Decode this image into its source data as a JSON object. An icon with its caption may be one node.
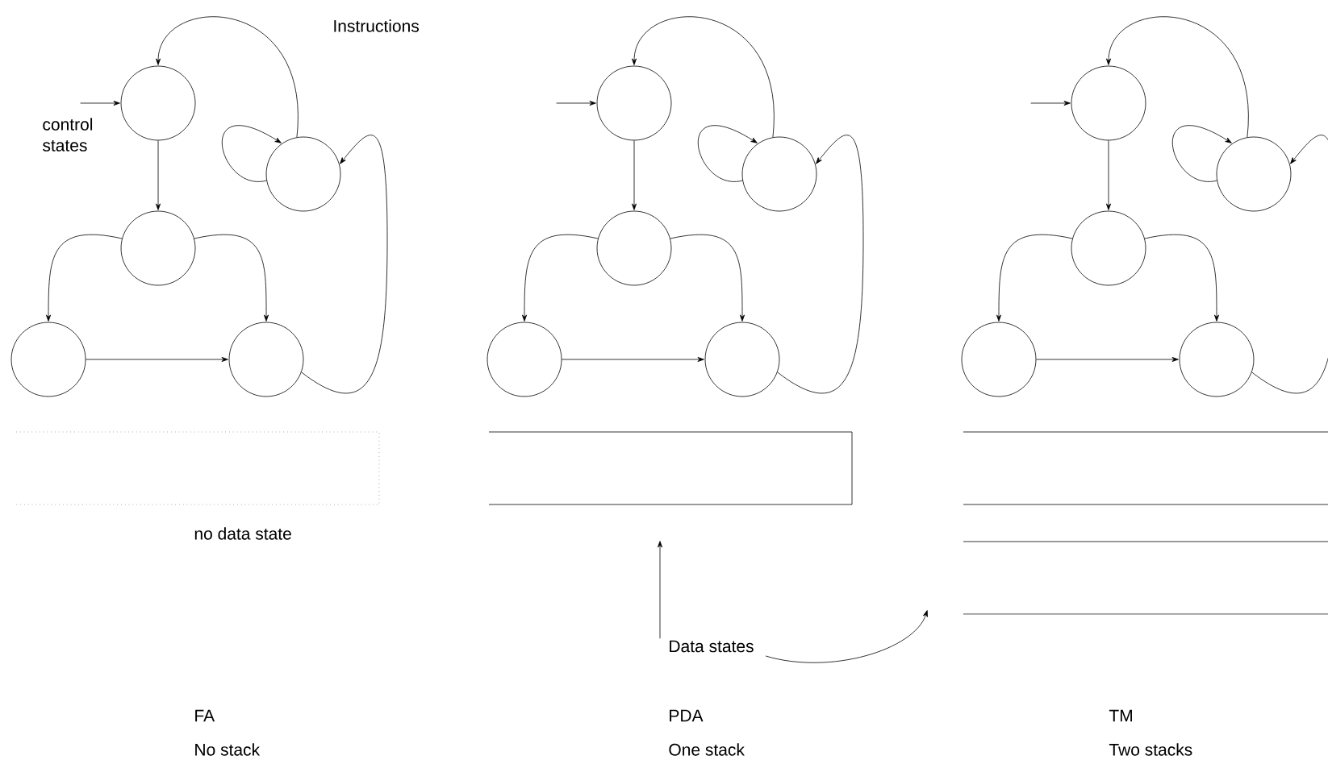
{
  "diagram": {
    "nodes": [
      {
        "text": [],
        "shape": "circle"
      },
      {
        "text": [],
        "shape": "circle"
      },
      {
        "text": [],
        "shape": "circle"
      },
      {
        "text": [],
        "shape": "circle"
      },
      {
        "text": [],
        "shape": "circle"
      },
      {
        "text": [],
        "shape": "circle"
      },
      {
        "text": [],
        "shape": "circle"
      },
      {
        "text": [],
        "shape": "circle"
      },
      {
        "text": [],
        "shape": "circle"
      },
      {
        "text": [],
        "shape": "circle"
      },
      {
        "text": [],
        "shape": "circle"
      },
      {
        "text": [],
        "shape": "circle"
      },
      {
        "text": [],
        "shape": "circle"
      },
      {
        "text": [],
        "shape": "circle"
      },
      {
        "text": [],
        "shape": "circle"
      },
      {
        "text": [],
        "shape": "box"
      },
      {
        "text": [],
        "shape": "box"
      },
      {
        "text": [],
        "shape": "box"
      },
      {
        "text": [],
        "shape": "box"
      },
      {
        "text": [
          "Data states"
        ]
      }
    ],
    "edges": [
      {
        "from": null,
        "to": 0,
        "arrow": "to"
      },
      {
        "from": 0,
        "to": 2,
        "arrow": "to"
      },
      {
        "from": 2,
        "to": 3,
        "arrow": "to"
      },
      {
        "from": 2,
        "to": 4,
        "arrow": "to"
      },
      {
        "from": 3,
        "to": 4,
        "arrow": "to"
      },
      {
        "from": 1,
        "to": 0,
        "arrow": "to"
      },
      {
        "from": 1,
        "to": 1,
        "arrow": "to"
      },
      {
        "from": 4,
        "to": 1,
        "arrow": "to"
      },
      {
        "from": null,
        "to": 5,
        "arrow": "to"
      },
      {
        "from": 5,
        "to": 7,
        "arrow": "to"
      },
      {
        "from": 7,
        "to": 8,
        "arrow": "to"
      },
      {
        "from": 7,
        "to": 9,
        "arrow": "to"
      },
      {
        "from": 8,
        "to": 9,
        "arrow": "to"
      },
      {
        "from": 6,
        "to": 5,
        "arrow": "to"
      },
      {
        "from": 6,
        "to": 6,
        "arrow": "to"
      },
      {
        "from": 9,
        "to": 6,
        "arrow": "to"
      },
      {
        "from": null,
        "to": 10,
        "arrow": "to"
      },
      {
        "from": 10,
        "to": 12,
        "arrow": "to"
      },
      {
        "from": 12,
        "to": 13,
        "arrow": "to"
      },
      {
        "from": 12,
        "to": 14,
        "arrow": "to"
      },
      {
        "from": 13,
        "to": 14,
        "arrow": "to"
      },
      {
        "from": 11,
        "to": 10,
        "arrow": "to"
      },
      {
        "from": 11,
        "to": 11,
        "arrow": "to"
      },
      {
        "from": 14,
        "to": 11,
        "arrow": "to"
      },
      {
        "from": 19,
        "to": 16,
        "arrow": "to"
      },
      {
        "from": 19,
        "to": 18,
        "arrow": "to"
      }
    ],
    "labels": [
      "Instructions",
      "control states",
      "no data state",
      "FA",
      "No stack",
      "PDA",
      "One stack",
      "TM",
      "Two stacks"
    ]
  }
}
